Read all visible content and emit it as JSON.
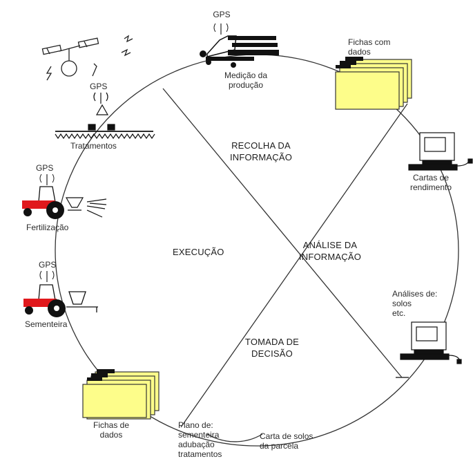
{
  "sectors": {
    "recolha": "RECOLHA DA\nINFORMAÇÃO",
    "analise": "ANÁLISE DA\nINFORMAÇÃO",
    "decisao": "TOMADA DE\nDECISÃO",
    "execucao": "EXECUÇÃO"
  },
  "labels": {
    "gps_top": "GPS",
    "medicao": "Medição da\nprodução",
    "fichas_com_dados": "Fichas com\ndados",
    "cartas_rendimento": "Cartas de\nrendimento",
    "analises_solos": "Análises de:\nsolos\netc.",
    "carta_solos": "Carta de solos\nda parcela",
    "plano": "Plano de:\nsementeira\nadubação\ntratamentos",
    "fichas_de_dados": "Fichas de\ndados",
    "sementeira": "Sementeira",
    "gps_sementeira": "GPS",
    "fertilizacao": "Fertilização",
    "gps_fertilizacao": "GPS",
    "tratamentos": "Tratamentos",
    "gps_tratamentos": "GPS"
  },
  "colors": {
    "folder_fill": "#fdfd8a",
    "tractor_red": "#e0181c",
    "line": "#333333"
  },
  "icons": [
    "satellite-icon",
    "combine-harvester-icon",
    "folder-stack-icon",
    "computer-icon",
    "tractor-icon",
    "sprayer-boom-icon",
    "seed-drill-icon",
    "spreader-icon"
  ]
}
